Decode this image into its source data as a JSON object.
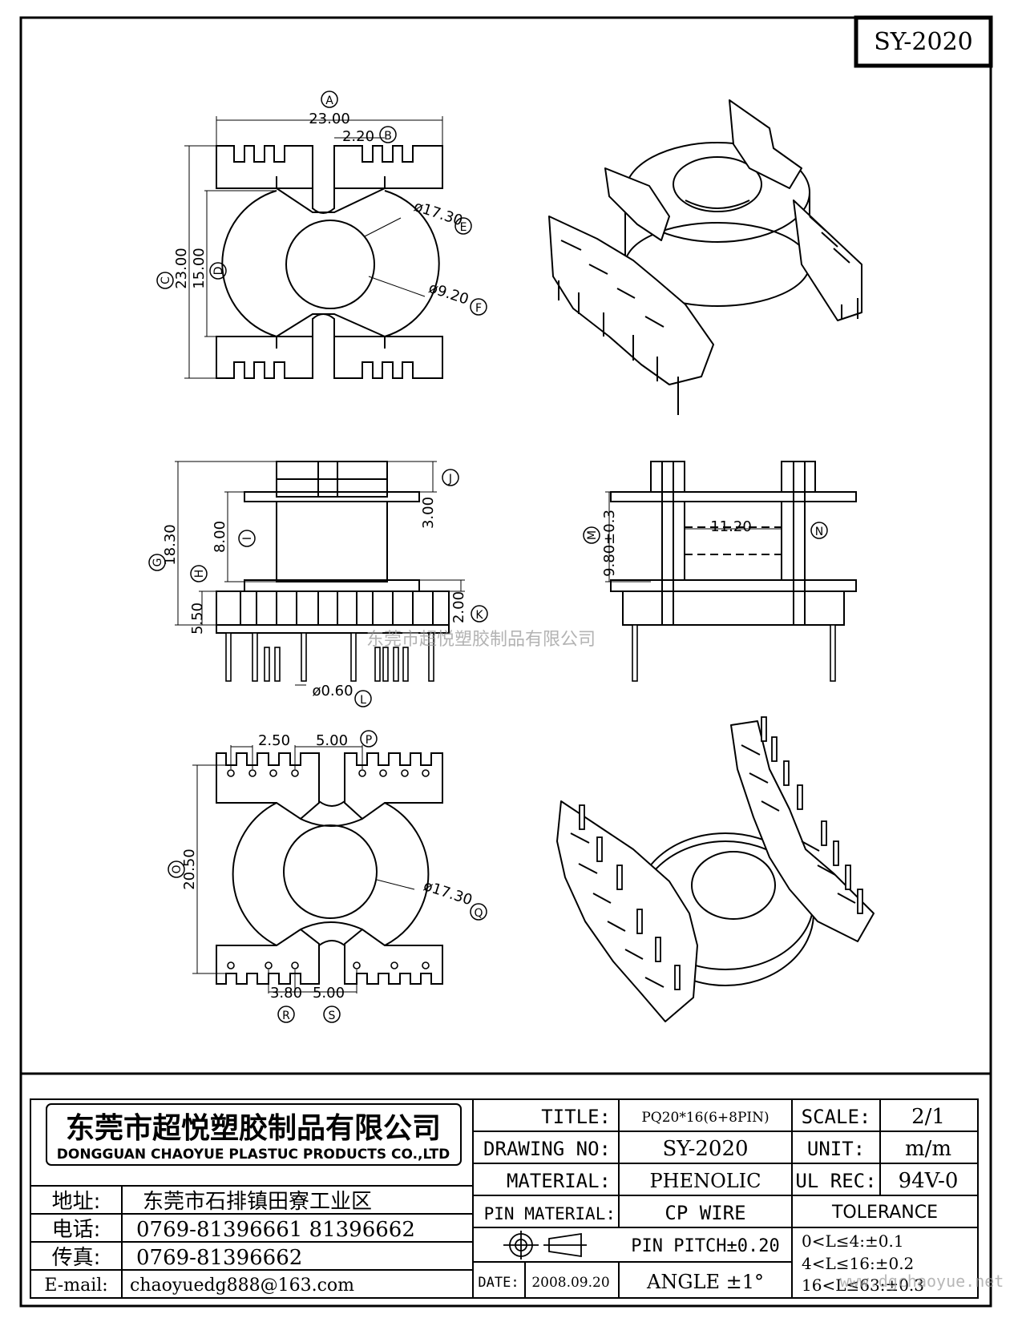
{
  "drawing_id": "SY-2020",
  "dims": {
    "A": "A",
    "B": "B",
    "C": "C",
    "D": "D",
    "E": "E",
    "F": "F",
    "G": "G",
    "H": "H",
    "I": "I",
    "J": "J",
    "K": "K",
    "L": "L",
    "M": "M",
    "N": "N",
    "O": "O",
    "P": "P",
    "Q": "Q",
    "R": "R",
    "S": "S",
    "top_width": "23.00",
    "slot_width": "2.20",
    "top_height": "23.00",
    "inner_height": "15.00",
    "outer_diameter": "ø17.30",
    "inner_diameter": "ø9.20",
    "total_height": "18.30",
    "flange_gap": "8.00",
    "top_flange": "3.00",
    "base_height": "5.50",
    "base_step": "2.00",
    "pin_diameter": "ø0.60",
    "side_height": "9.80±0.3",
    "side_gap": "11.20",
    "pitch_small": "2.50",
    "pitch_large": "5.00",
    "bottom_height": "20.50",
    "bottom_diameter": "ø17.30",
    "bottom_pitch_small": "3.80",
    "bottom_pitch_large": "5.00"
  },
  "watermark": "东莞市超悦塑胶制品有限公司",
  "watermark_url": "www.dgchaoyue.net",
  "company": {
    "name_cn": "东莞市超悦塑胶制品有限公司",
    "name_en": "DONGGUAN CHAOYUE PLASTUC PRODUCTS CO.,LTD"
  },
  "contact": [
    {
      "label": "地址:",
      "value": "东莞市石排镇田寮工业区"
    },
    {
      "label": "电话:",
      "value": "0769-81396661   81396662"
    },
    {
      "label": "传真:",
      "value": "0769-81396662"
    },
    {
      "label": "E-mail:",
      "value": "chaoyuedg888@163.com"
    }
  ],
  "title_block": {
    "title_label": "TITLE:",
    "title_value": "PQ20*16(6+8PIN)",
    "drawing_no_label": "DRAWING NO:",
    "drawing_no_value": "SY-2020",
    "material_label": "MATERIAL:",
    "material_value": "PHENOLIC",
    "pin_material_label": "PIN MATERIAL:",
    "pin_material_value": "CP WIRE",
    "pin_pitch": "PIN PITCH±0.20",
    "date_label": "DATE:",
    "date_value": "2008.09.20",
    "angle": "ANGLE  ±1°",
    "scale_label": "SCALE:",
    "scale_value": "2/1",
    "unit_label": "UNIT:",
    "unit_value": "m/m",
    "ul_label": "UL REC:",
    "ul_value": "94V-0",
    "tolerance_label": "TOLERANCE",
    "tolerances": [
      "0<L≤4:±0.1",
      "4<L≤16:±0.2",
      "16<L≤63:±0.3"
    ]
  }
}
